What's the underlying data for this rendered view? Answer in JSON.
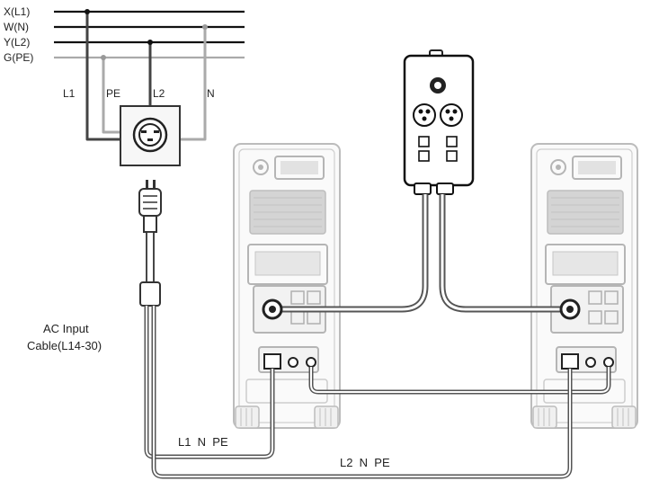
{
  "power_lines": {
    "x_l1": "X(L1)",
    "w_n": "W(N)",
    "y_l2": "Y(L2)",
    "g_pe": "G(PE)"
  },
  "outlet_taps": {
    "l1": "L1",
    "pe": "PE",
    "l2": "L2",
    "n": "N"
  },
  "cable": {
    "line1": "AC Input",
    "line2": "Cable(L14-30)"
  },
  "wiring": {
    "left_group": "L1  N  PE",
    "right_group": "L2  N  PE"
  }
}
